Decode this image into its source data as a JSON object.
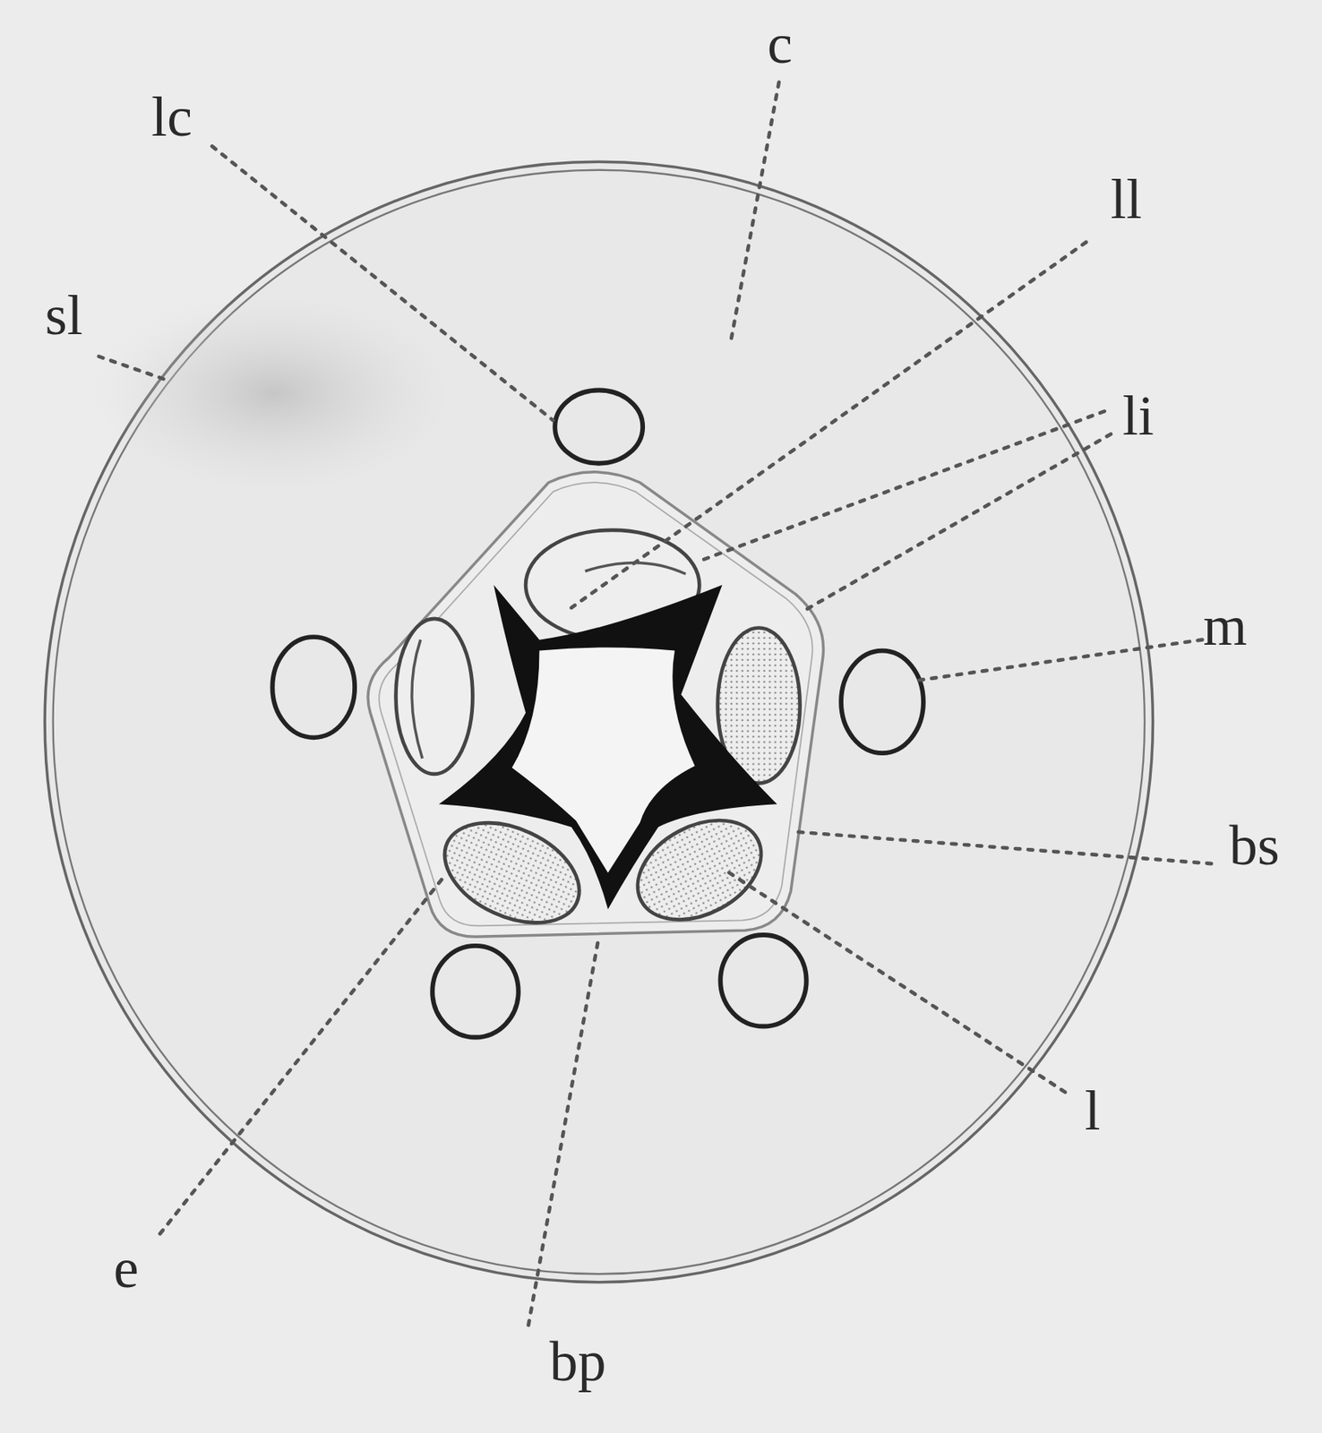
{
  "diagram": {
    "labels": [
      "c",
      "lc",
      "ll",
      "sl",
      "li",
      "m",
      "bs",
      "l",
      "e",
      "bp"
    ]
  }
}
